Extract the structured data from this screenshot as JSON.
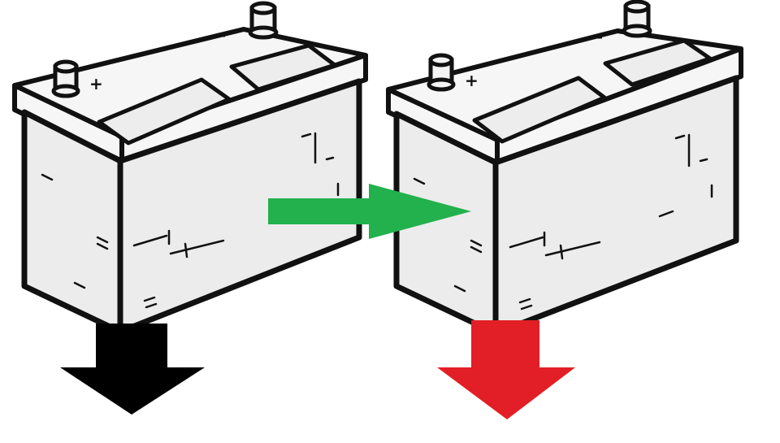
{
  "batteries": [
    {
      "id": "left",
      "pos_sign": "+",
      "neg_sign": "–",
      "arrow_color": "#000000",
      "arrow_direction": "down"
    },
    {
      "id": "right",
      "pos_sign": "+",
      "neg_sign": "–",
      "arrow_color": "#e21f26",
      "arrow_direction": "down"
    }
  ],
  "transition_arrow": {
    "color": "#22b14c",
    "direction": "right"
  },
  "palette": {
    "outline": "#111111",
    "body_fill": "#ececec",
    "top_fill": "#f6f6f6",
    "background": "#ffffff"
  }
}
